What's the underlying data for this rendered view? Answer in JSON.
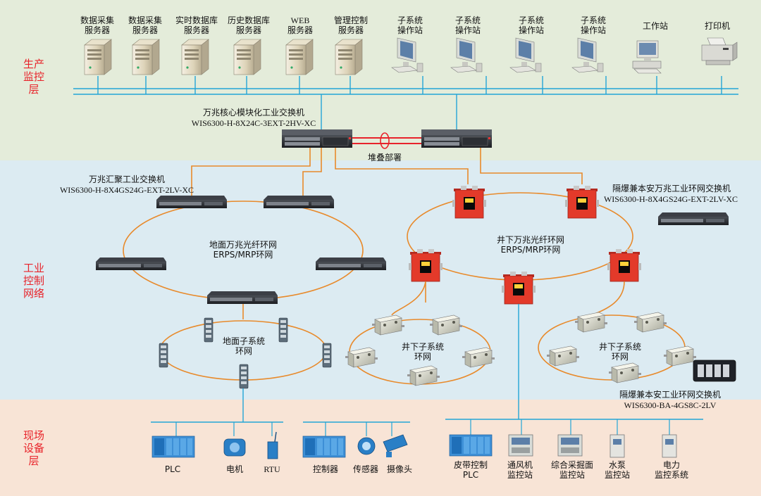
{
  "layers": {
    "production": "生产\n监控\n层",
    "control": "工业\n控制\n网络",
    "field": "现场\n设备\n层"
  },
  "servers": [
    "数据采集\n服务器",
    "数据采集\n服务器",
    "实时数据库\n服务器",
    "历史数据库\n服务器",
    "WEB\n服务器",
    "管理控制\n服务器"
  ],
  "stations": [
    "子系统\n操作站",
    "子系统\n操作站",
    "子系统\n操作站",
    "子系统\n操作站",
    "工作站",
    "打印机"
  ],
  "core_switch": {
    "name": "万兆核心模块化工业交换机",
    "model": "WIS6300-H-8X24C-3EXT-2HV-XC",
    "stack_label": "堆叠部署"
  },
  "aggregation_switch": {
    "name": "万兆汇聚工业交换机",
    "model": "WIS6300-H-8X4GS24G-EXT-2LV-XC"
  },
  "explosion_switch": {
    "name": "隔爆兼本安万兆工业环网交换机",
    "model": "WIS6300-H-8X4GS24G-EXT-2LV-XC"
  },
  "explosion_ring_switch": {
    "name": "隔爆兼本安工业环网交换机",
    "model": "WIS6300-BA-4GS8C-2LV"
  },
  "rings": {
    "ground_10g": "地面万兆光纤环网\nERPS/MRP环网",
    "underground_10g": "井下万兆光纤环网\nERPS/MRP环网",
    "ground_sub": "地面子系统\n环网",
    "underground_sub_left": "井下子系统\n环网",
    "underground_sub_right": "井下子系统\n环网"
  },
  "field_devices": [
    "PLC",
    "电机",
    "RTU",
    "控制器",
    "传感器",
    "摄像头",
    "皮带控制\nPLC",
    "通风机\n监控站",
    "综合采掘面\n监控站",
    "水泵\n监控站",
    "电力\n监控系统"
  ],
  "colors": {
    "bus": "#23a5d6",
    "fiber": "#e88a2b",
    "stack": "#e8232a",
    "layer_text": "#e8232a",
    "explosion_box": "#e33a2a"
  }
}
